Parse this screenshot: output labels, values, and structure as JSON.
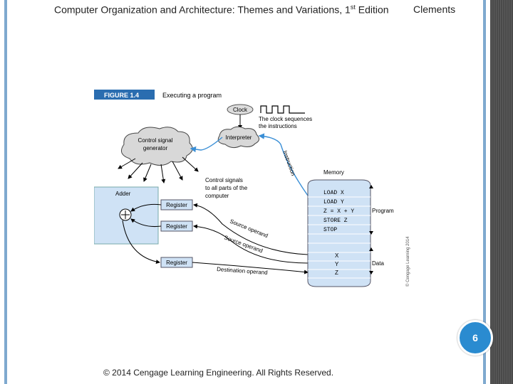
{
  "header": {
    "title_main": "Computer Organization and Architecture: Themes and Variations, 1",
    "title_sup": "st",
    "title_end": " Edition",
    "author": "Clements"
  },
  "figure": {
    "label": "FIGURE 1.4",
    "caption": "Executing a program",
    "clock": "Clock",
    "clock_note_1": "The clock sequences",
    "clock_note_2": "the instructions",
    "interpreter": "Interpreter",
    "control_gen_1": "Control signal",
    "control_gen_2": "generator",
    "instruction": "Instruction",
    "memory": "Memory",
    "control_signals_1": "Control signals",
    "control_signals_2": "to all parts of the",
    "control_signals_3": "computer",
    "adder": "Adder",
    "register_1": "Register",
    "register_2": "Register",
    "register_3": "Register",
    "source_operand_1": "Source operand",
    "source_operand_2": "Source operand",
    "destination_operand": "Destination operand",
    "program_label": "Program",
    "data_label": "Data",
    "memory_rows": [
      "LOAD X",
      "LOAD Y",
      "Z = X + Y",
      "STORE Z",
      "STOP"
    ],
    "data_rows": [
      "X",
      "Y",
      "Z"
    ],
    "copyright": "© Cengage Learning 2014",
    "colors": {
      "adder_fill": "#cfe2f5",
      "arrow_blue": "#3a8fd6",
      "label_bar": "#2a6db0"
    }
  },
  "page_number": "6",
  "footer": "© 2014 Cengage Learning Engineering. All Rights Reserved."
}
